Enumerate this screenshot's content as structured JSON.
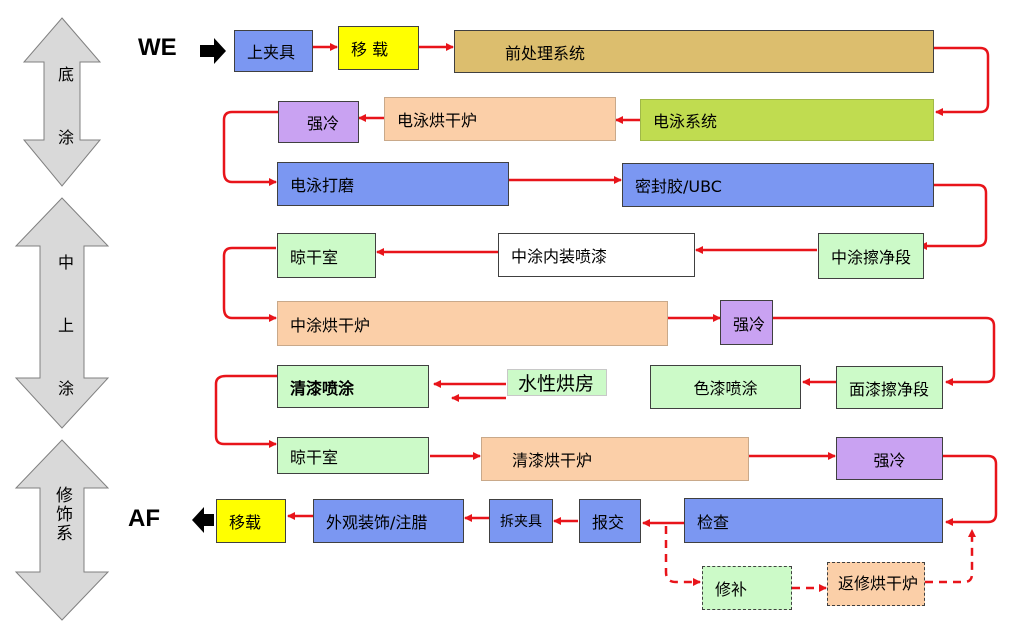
{
  "stages": {
    "bottom_coat": "底 涂",
    "mid_top_coat": "中 上 涂",
    "trim": "修饰系"
  },
  "labels": {
    "start": "WE",
    "end": "AF"
  },
  "boxes": {
    "b1": "上夹具",
    "b2": "移 载",
    "b3": "前处理系统",
    "b4": "强冷",
    "b5": "电泳烘干炉",
    "b6": "电泳系统",
    "b7": "电泳打磨",
    "b8": "密封胶/UBC",
    "b9": "晾干室",
    "b10": "中涂内装喷漆",
    "b11": "中涂擦净段",
    "b12": "中涂烘干炉",
    "b13": "强冷",
    "b14": "清漆喷涂",
    "b15": "水性烘房",
    "b16": "色漆喷涂",
    "b17": "面漆擦净段",
    "b18": "晾干室",
    "b19": "清漆烘干炉",
    "b20": "强冷",
    "b21": "移载",
    "b22": "外观装饰/注腊",
    "b23": "拆夹具",
    "b24": "报交",
    "b25": "检查",
    "b26": "修补",
    "b27": "返修烘干炉"
  },
  "colors": {
    "arrow": "#e8141a",
    "stage_arrow": "#d9d9d9"
  }
}
